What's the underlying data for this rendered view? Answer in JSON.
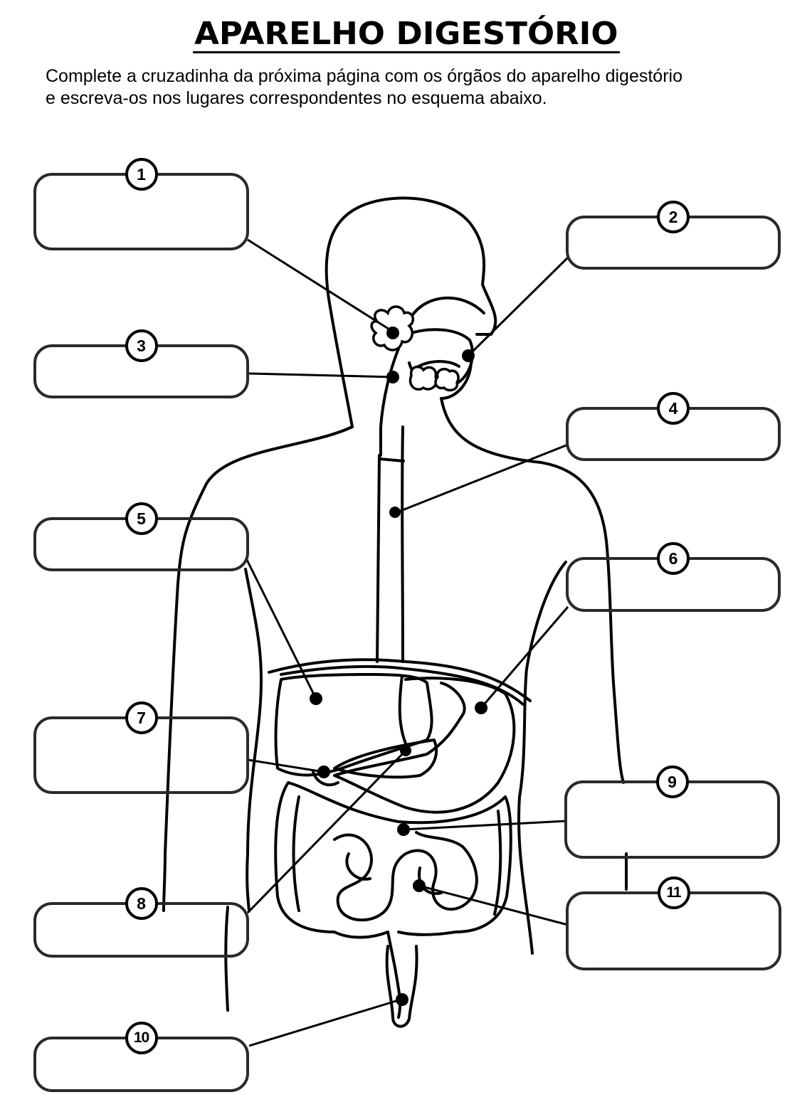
{
  "page": {
    "title": "APARELHO DIGESTÓRIO",
    "instructions_line1": "Complete a cruzadinha da próxima página com os órgãos do aparelho digestório",
    "instructions_line2": "e escreva-os nos lugares correspondentes no esquema abaixo."
  },
  "labels": [
    {
      "number": "1",
      "answer": "",
      "side": "left"
    },
    {
      "number": "2",
      "answer": "",
      "side": "right"
    },
    {
      "number": "3",
      "answer": "",
      "side": "left"
    },
    {
      "number": "4",
      "answer": "",
      "side": "right"
    },
    {
      "number": "5",
      "answer": "",
      "side": "left"
    },
    {
      "number": "6",
      "answer": "",
      "side": "right"
    },
    {
      "number": "7",
      "answer": "",
      "side": "left"
    },
    {
      "number": "8",
      "answer": "",
      "side": "left"
    },
    {
      "number": "9",
      "answer": "",
      "side": "right"
    },
    {
      "number": "10",
      "answer": "",
      "side": "left"
    },
    {
      "number": "11",
      "answer": "",
      "side": "right"
    }
  ],
  "colors": {
    "ink": "#000000",
    "box_border": "#2a2a2a",
    "background": "#ffffff"
  }
}
